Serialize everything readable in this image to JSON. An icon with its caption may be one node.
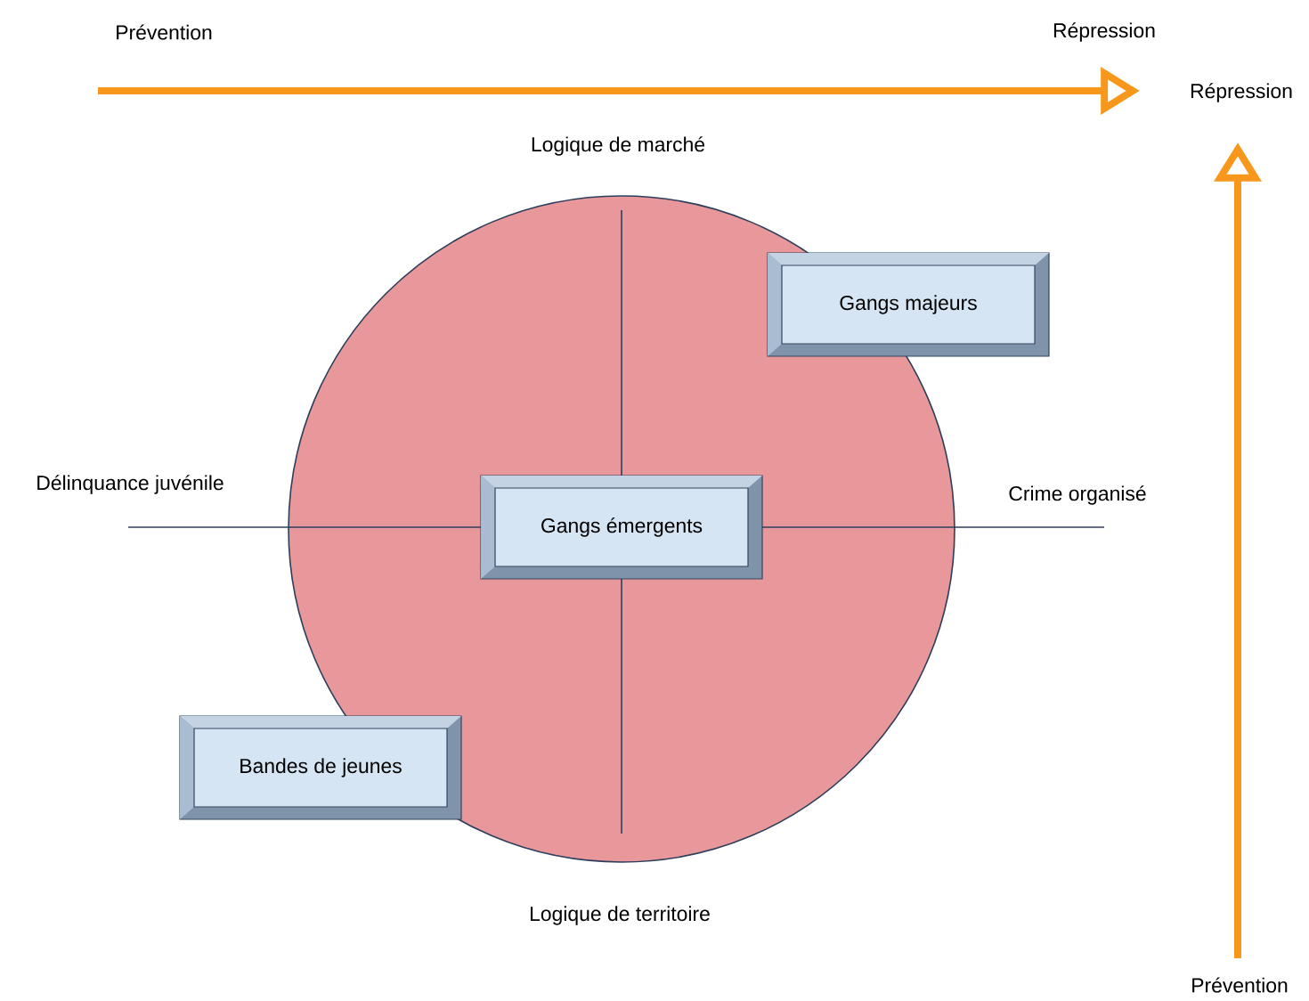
{
  "diagram": {
    "nodes": [
      {
        "text": [
          "Gangs majeurs"
        ]
      },
      {
        "text": [
          "Gangs émergents"
        ]
      },
      {
        "text": [
          "Bandes de jeunes"
        ]
      }
    ],
    "labels": [
      "Prévention",
      "Répression",
      "Répression",
      "Logique de marché",
      "Délinquance juvénile",
      "Crime organisé",
      "Logique de territoire",
      "Prévention"
    ]
  }
}
